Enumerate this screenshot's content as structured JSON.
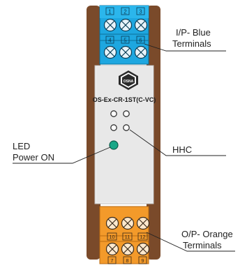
{
  "device": {
    "model": "OS-Ex-CR-1ST(C-VC)",
    "logo_text": "OSNA",
    "top_row_numbers": [
      "1",
      "2",
      "3"
    ],
    "second_row_numbers": [
      "4",
      "5",
      "6"
    ],
    "bottom_upper_numbers": [
      "10",
      "11",
      "12"
    ],
    "bottom_lower_numbers": [
      "7",
      "8",
      "9"
    ]
  },
  "labels": {
    "input_line1": "I/P- Blue",
    "input_line2": "Terminals",
    "led_line1": "LED",
    "led_line2": "Power ON",
    "hhc": "HHC",
    "output_line1": "O/P- Orange",
    "output_line2": "Terminals"
  },
  "colors": {
    "blue_terminal": "#1ea7e0",
    "orange_terminal": "#f39a2a",
    "rail_brown": "#7a4a2a",
    "led_green": "#17a787"
  }
}
